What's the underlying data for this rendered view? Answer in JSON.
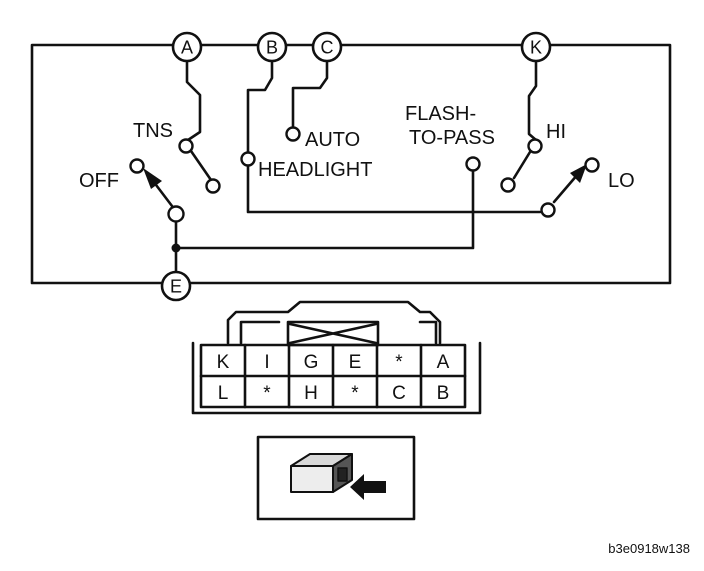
{
  "terminals": {
    "a": "A",
    "b": "B",
    "c": "C",
    "k": "K",
    "e": "E"
  },
  "positions": {
    "tns": "TNS",
    "auto": "AUTO",
    "headlight": "HEADLIGHT",
    "flash_line1": "FLASH-",
    "flash_line2": "TO-PASS",
    "hi": "HI",
    "off": "OFF",
    "lo": "LO"
  },
  "connector": {
    "row1": [
      "K",
      "I",
      "G",
      "E",
      "*",
      "A"
    ],
    "row2": [
      "L",
      "*",
      "H",
      "*",
      "C",
      "B"
    ]
  },
  "figure_code": "b3e0918w138"
}
